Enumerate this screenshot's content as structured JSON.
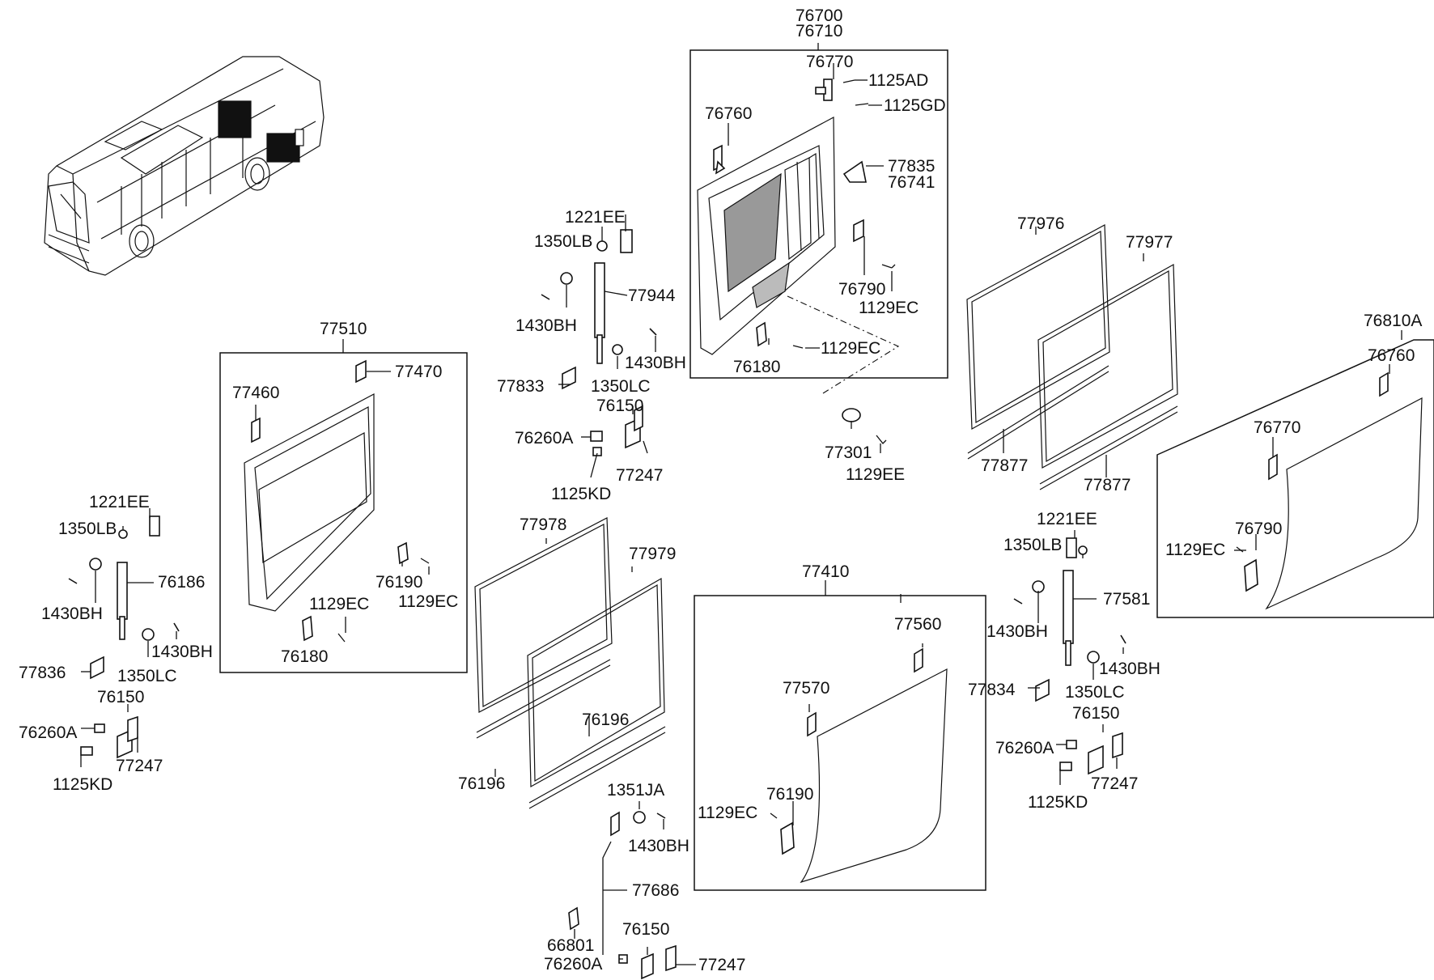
{
  "labels": {
    "l76700": "76700",
    "l76710": "76710",
    "l76770a": "76770",
    "l1125AD": "1125AD",
    "l1125GD": "1125GD",
    "l76760a": "76760",
    "l77835": "77835",
    "l76741": "76741",
    "l76790a": "76790",
    "l1129ECa": "1129EC",
    "l1129ECb": "1129EC",
    "l76180a": "76180",
    "l77301": "77301",
    "l1129EEa": "1129EE",
    "l1221EEa": "1221EE",
    "l1350LBa": "1350LB",
    "l77944": "77944",
    "l1430BHa": "1430BH",
    "l1430BHb": "1430BH",
    "l77833": "77833",
    "l1350LCa": "1350LC",
    "l76150a": "76150",
    "l76260Aa": "76260A",
    "l77247a": "77247",
    "l1125KDa": "1125KD",
    "l77510": "77510",
    "l77470": "77470",
    "l77460": "77460",
    "l76190a": "76190",
    "l1129ECc": "1129EC",
    "l1129ECd": "1129EC",
    "l76180b": "76180",
    "l1221EEb": "1221EE",
    "l1350LBb": "1350LB",
    "l76186": "76186",
    "l1430BHc": "1430BH",
    "l1430BHd": "1430BH",
    "l77836": "77836",
    "l1350LCb": "1350LC",
    "l76150b": "76150",
    "l76260Ab": "76260A",
    "l77247b": "77247",
    "l1125KDb": "1125KD",
    "l77978": "77978",
    "l77979": "77979",
    "l76196a": "76196",
    "l76196b": "76196",
    "l1351JA": "1351JA",
    "l1430BHe": "1430BH",
    "l77686": "77686",
    "l66801": "66801",
    "l76150c": "76150",
    "l76260Ac": "76260A",
    "l77247c": "77247",
    "l77976": "77976",
    "l77977": "77977",
    "l77877a": "77877",
    "l77877b": "77877",
    "l77410": "77410",
    "l77560": "77560",
    "l77570": "77570",
    "l76190b": "76190",
    "l1129ECe": "1129EC",
    "l1221EEc": "1221EE",
    "l1350LBc": "1350LB",
    "l77581": "77581",
    "l1430BHf": "1430BH",
    "l1430BHg": "1430BH",
    "l77834": "77834",
    "l1350LCc": "1350LC",
    "l76150d": "76150",
    "l76260Ad": "76260A",
    "l77247d": "77247",
    "l1125KDc": "1125KD",
    "l76810A": "76810A",
    "l76760b": "76760",
    "l76770b": "76770",
    "l76790b": "76790",
    "l1129ECf": "1129EC"
  }
}
